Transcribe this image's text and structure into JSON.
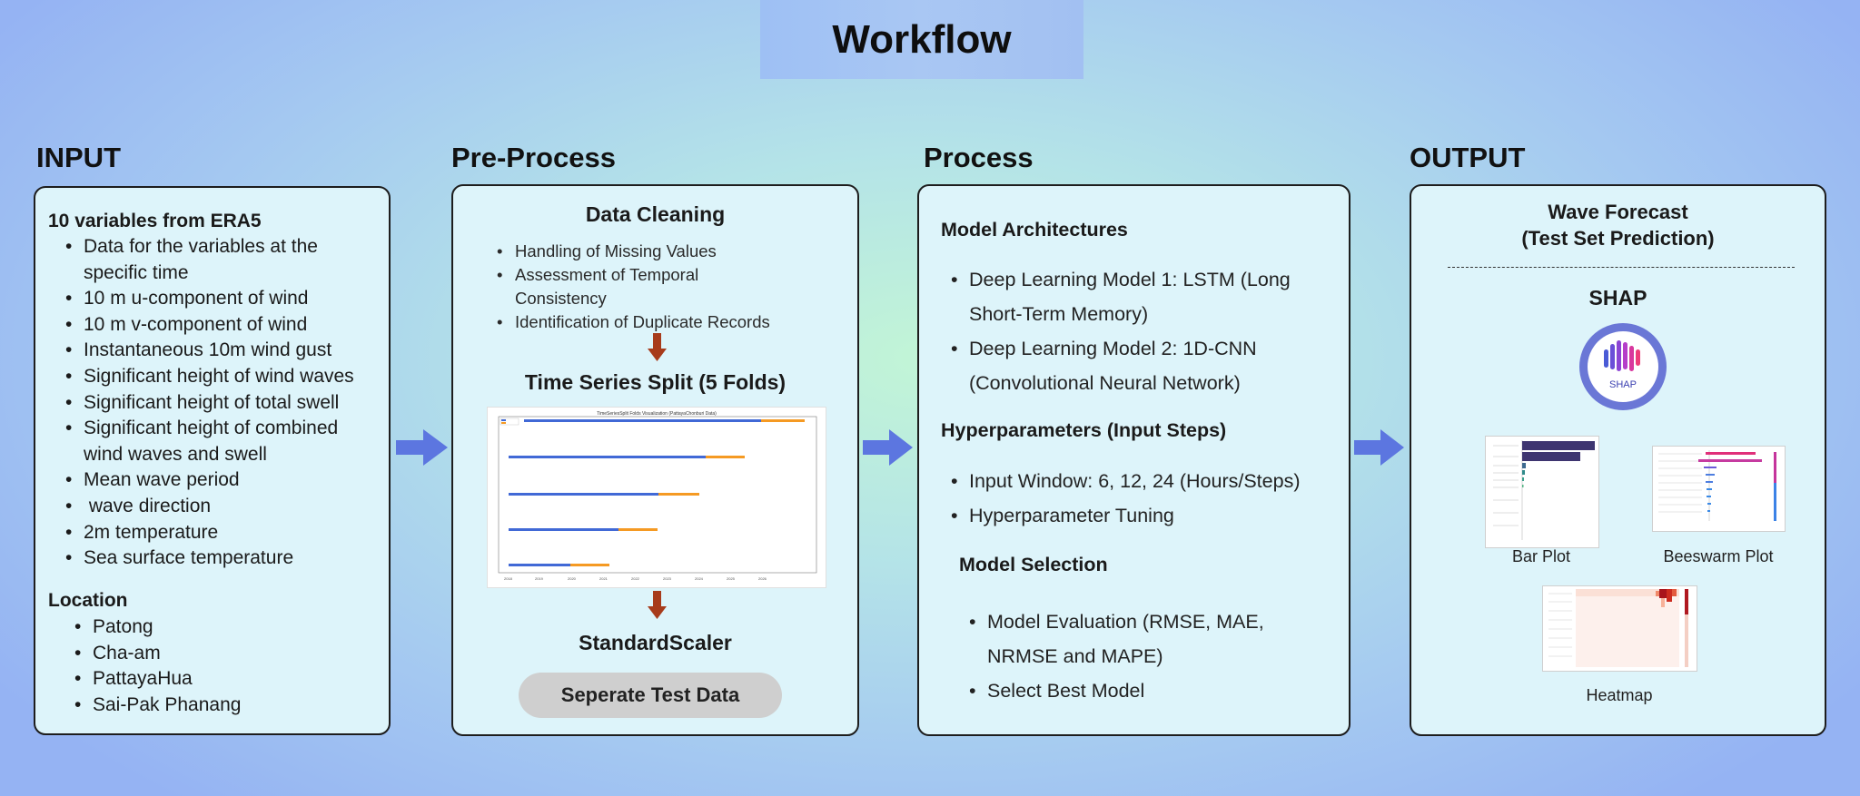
{
  "title": "Workflow",
  "colors": {
    "accent_arrow": "#5c76e0",
    "down_arrow": "#a73b1b",
    "shap_logo": "#6a77d6",
    "fold_train": "#4169d6",
    "fold_test": "#f59a23"
  },
  "stages": {
    "input": {
      "title": "INPUT",
      "heading": "10 variables from ERA5",
      "items": [
        "Data for the variables at the",
        "specific time",
        "10 m u-component of wind",
        "10 m v-component of wind",
        "Instantaneous 10m wind gust",
        "Significant height of wind waves",
        "Significant height of total swell",
        "Significant height of combined",
        "wind waves and swell",
        "Mean wave period",
        " wave direction",
        "2m temperature",
        "Sea surface temperature"
      ],
      "location_heading": "Location",
      "locations": [
        "Patong",
        "Cha-am",
        "PattayaHua",
        "Sai-Pak Phanang"
      ]
    },
    "preprocess": {
      "title": "Pre-Process",
      "cleaning_heading": "Data Cleaning",
      "cleaning_items": [
        "Handling of Missing Values",
        "Assessment of Temporal",
        "Consistency",
        "Identification of Duplicate Records"
      ],
      "split_heading": "Time Series Split (5 Folds)",
      "split_chart_title": "TimeSeriesSplit Folds Visualization (PattayaChonburi Data)",
      "scaler_heading": "StandardScaler",
      "separate_button": "Seperate Test Data"
    },
    "process": {
      "title": "Process",
      "arch_heading": "Model Architectures",
      "arch_items": [
        "Deep Learning Model 1: LSTM (Long",
        "Short-Term Memory)",
        "Deep Learning Model 2: 1D-CNN",
        "(Convolutional Neural Network)"
      ],
      "hyper_heading": "Hyperparameters (Input Steps)",
      "hyper_items": [
        "Input Window: 6, 12, 24 (Hours/Steps)",
        "Hyperparameter Tuning"
      ],
      "select_heading": "Model Selection",
      "select_items": [
        "Model Evaluation (RMSE, MAE,",
        "NRMSE and MAPE)",
        "Select Best Model"
      ]
    },
    "output": {
      "title": "OUTPUT",
      "forecast_line1": "Wave Forecast",
      "forecast_line2": "(Test Set Prediction)",
      "shap_heading": "SHAP",
      "shap_logo_text": "SHAP",
      "bar_caption": "Bar Plot",
      "beeswarm_caption": "Beeswarm Plot",
      "heatmap_caption": "Heatmap"
    }
  }
}
